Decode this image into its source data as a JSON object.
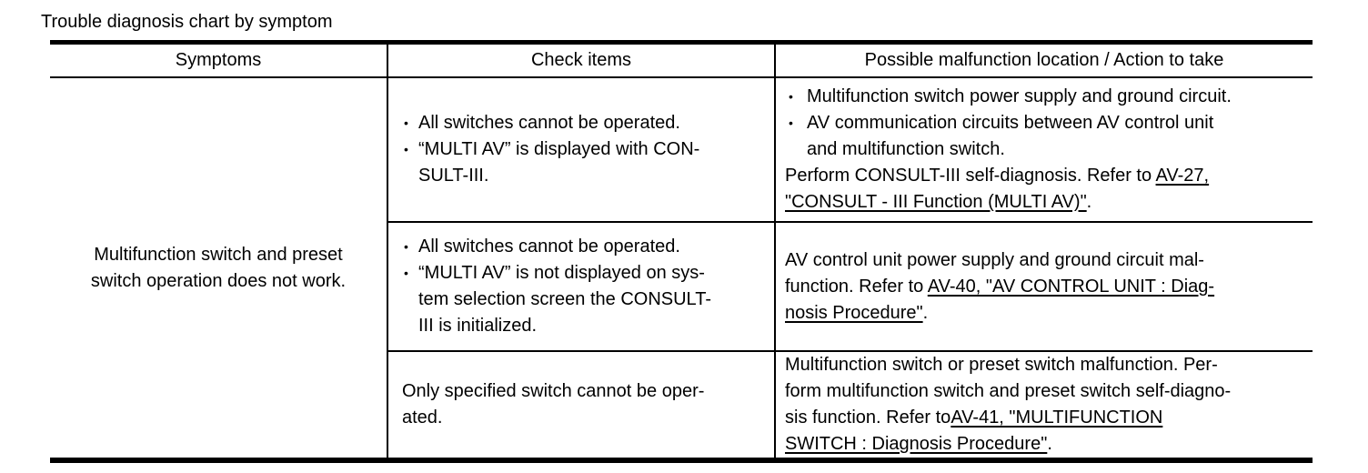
{
  "title": "Trouble diagnosis chart by symptom",
  "icons": {
    "bullet": "•"
  },
  "colors": {
    "text": "#000000",
    "background": "#ffffff",
    "border": "#000000"
  },
  "table": {
    "headers": {
      "symptoms": "Symptoms",
      "check_items": "Check items",
      "action": "Possible malfunction location / Action to take"
    },
    "symptom": "Multifunction switch and preset\nswitch operation does not work.",
    "rows": [
      {
        "check": {
          "bullets": [
            "All switches cannot be operated.",
            "“MULTI AV” is displayed with CON-\nSULT-III."
          ]
        },
        "action": {
          "bullets": [
            "Multifunction switch power supply and ground circuit.",
            "AV communication circuits between AV control unit\nand multifunction switch."
          ],
          "para": [
            {
              "text": "Perform CONSULT-III self-diagnosis. Refer to ",
              "link": false
            },
            {
              "text": "AV-27,\n\"CONSULT - III Function (MULTI AV)\"",
              "link": true
            },
            {
              "text": ".",
              "link": false
            }
          ]
        }
      },
      {
        "check": {
          "bullets": [
            "All switches cannot be operated.",
            "“MULTI AV” is not displayed on sys-\ntem selection screen the CONSULT-\nIII is initialized."
          ]
        },
        "action": {
          "para": [
            {
              "text": "AV control unit power supply and ground circuit mal-\nfunction. Refer to ",
              "link": false
            },
            {
              "text": "AV-40, \"AV CONTROL UNIT : Diag-\nnosis Procedure\"",
              "link": true
            },
            {
              "text": ".",
              "link": false
            }
          ]
        }
      },
      {
        "check": {
          "text": "Only specified switch cannot be oper-\nated."
        },
        "action": {
          "para": [
            {
              "text": "Multifunction switch or preset switch malfunction. Per-\nform multifunction switch and preset switch self-diagno-\nsis function. Refer to",
              "link": false
            },
            {
              "text": "AV-41, \"MULTIFUNCTION\nSWITCH : Diagnosis Procedure\"",
              "link": true
            },
            {
              "text": ".",
              "link": false
            }
          ]
        }
      }
    ]
  }
}
